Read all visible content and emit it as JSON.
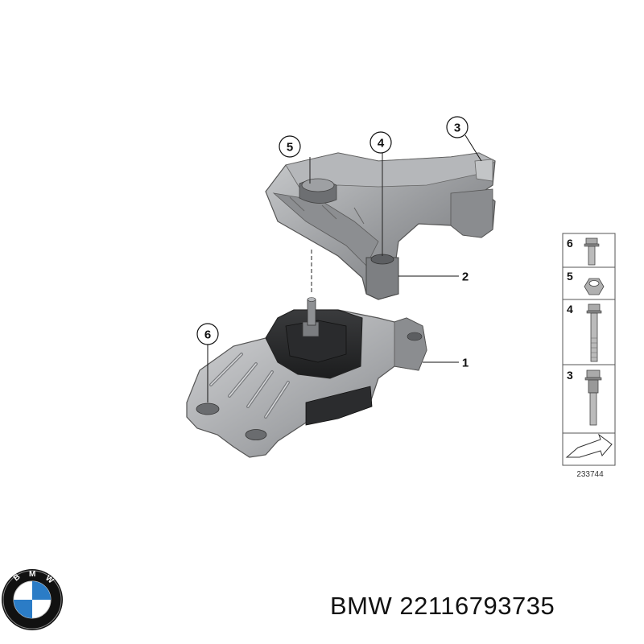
{
  "callouts": {
    "c1": "1",
    "c2": "2",
    "c3": "3",
    "c4": "4",
    "c5": "5",
    "c6": "6"
  },
  "legend": {
    "items": [
      {
        "number": "6",
        "icon": "flange-bolt-icon"
      },
      {
        "number": "5",
        "icon": "hex-nut-icon"
      },
      {
        "number": "4",
        "icon": "long-bolt-icon"
      },
      {
        "number": "3",
        "icon": "collar-bolt-icon"
      }
    ],
    "direction_icon": "forward-arrow-icon",
    "reference": "233744"
  },
  "brand": {
    "logo_letters": "BMW",
    "logo_colors": {
      "blue": "#2b7cc6",
      "black": "#111111",
      "white": "#ffffff"
    }
  },
  "caption": {
    "brand": "BMW",
    "part_number": "22116793735"
  }
}
